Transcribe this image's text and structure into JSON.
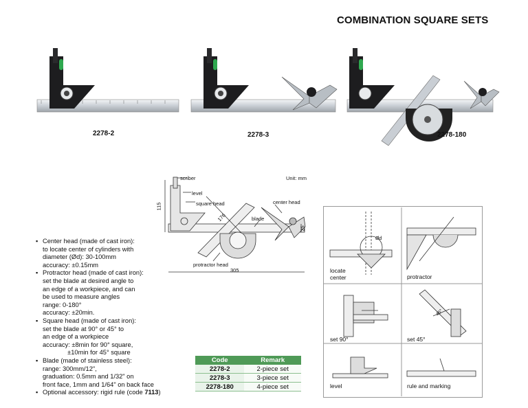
{
  "header": {
    "title": "COMBINATION SQUARE SETS"
  },
  "products": [
    {
      "model": "2278-2"
    },
    {
      "model": "2278-3"
    },
    {
      "model": "2278-180"
    }
  ],
  "dimension_diagram": {
    "unit": "Unit: mm",
    "labels": {
      "scriber": "scriber",
      "level": "level",
      "square_head": "square head",
      "center_head": "center head",
      "blade": "blade",
      "protractor_head": "protractor head"
    },
    "dims": {
      "height": "115",
      "blade_diag": "176",
      "side": "25",
      "length": "305"
    }
  },
  "features": [
    {
      "lines": [
        "Center head (made of cast iron):",
        "to locate center of cylinders with",
        "diameter (Ød): 30-100mm",
        "accuracy: ±0.15mm"
      ]
    },
    {
      "lines": [
        "Protractor head (made of cast iron):",
        "set the blade at desired angle to",
        "an edge of a workpiece, and can",
        "be used to measure angles",
        "range: 0-180°",
        "accuracy: ±20min."
      ]
    },
    {
      "lines": [
        "Square head (made of cast iron):",
        "set the blade at 90° or 45° to",
        "an edge of a workpiece",
        "accuracy: ±8min for 90° square,",
        "              ±10min for 45° square"
      ]
    },
    {
      "lines": [
        "Blade (made of stainless steel):",
        "range: 300mm/12\",",
        "graduation: 0.5mm and 1/32\" on",
        "front face, 1mm and 1/64\" on back face"
      ]
    },
    {
      "lines": [
        "Optional accessory: rigid rule (code ",
        "7113",
        ")"
      ]
    }
  ],
  "table": {
    "headers": [
      "Code",
      "Remark"
    ],
    "rows": [
      [
        "2278-2",
        "2-piece set"
      ],
      [
        "2278-3",
        "3-piece set"
      ],
      [
        "2278-180",
        "4-piece set"
      ]
    ]
  },
  "usage": {
    "cells": [
      "locate\ncenter",
      "protractor",
      "set 90°",
      "set 45°",
      "level",
      "rule and marking"
    ],
    "marks": {
      "diameter": "Ød",
      "angle45": "45°"
    }
  }
}
